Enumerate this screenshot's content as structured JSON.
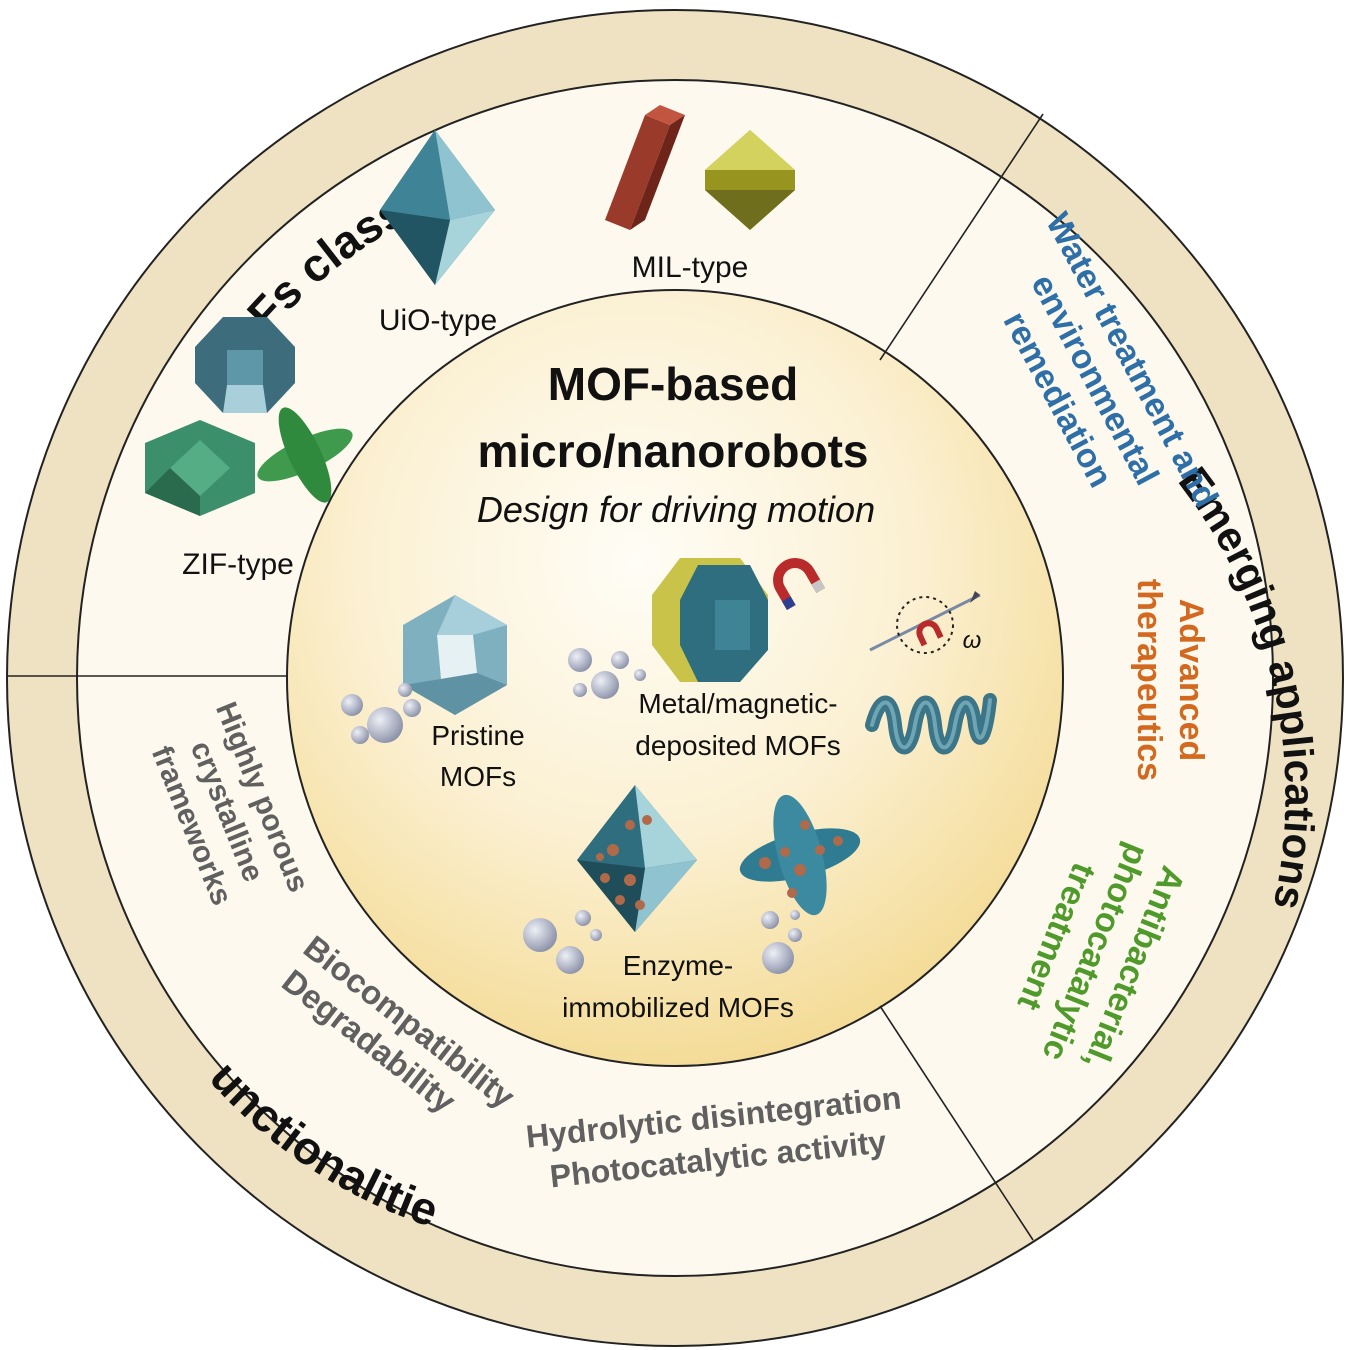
{
  "center": {
    "title_line1": "MOF-based",
    "title_line2": "micro/nanorobots",
    "subtitle": "Design for driving motion"
  },
  "sections": {
    "mofs_class": "MOFs class",
    "emerging_applications": "Emerging applications",
    "functionalities": "Functionalities"
  },
  "mof_types": {
    "uio": "UiO-type",
    "mil": "MIL-type",
    "zif": "ZIF-type"
  },
  "designs": {
    "pristine_l1": "Pristine",
    "pristine_l2": "MOFs",
    "metal_l1": "Metal/magnetic-",
    "metal_l2": "deposited MOFs",
    "enzyme_l1": "Enzyme-",
    "enzyme_l2": "immobilized MOFs",
    "omega": "ω"
  },
  "applications": {
    "water_l1": "Water treatment and",
    "water_l2": "environmental",
    "water_l3": "remediation",
    "therapeutics_l1": "Advanced",
    "therapeutics_l2": "therapeutics",
    "antibacterial_l1": "Antibacterial,",
    "antibacterial_l2": "photocatalytic",
    "antibacterial_l3": "treatment"
  },
  "functionalities": {
    "porous_l1": "Highly porous",
    "porous_l2": "crystalline",
    "porous_l3": "frameworks",
    "bio_l1": "Biocompatibility",
    "bio_l2": "Degradability",
    "hydro_l1": "Hydrolytic disintegration",
    "hydro_l2": "Photocatalytic activity"
  },
  "colors": {
    "outer_ring": "#efe2c2",
    "middle_ring": "#fdf9ef",
    "center_glow": "#f7e3a6",
    "water_text": "#2f6fa8",
    "therapeutics_text": "#d2691e",
    "antibacterial_text": "#4f9a2a",
    "functional_text": "#606060",
    "mof_teal": "#2f6e7e",
    "mil_red": "#9a3a2a",
    "mil_yellow": "#b3b13a",
    "zif_green": "#3b8f6a",
    "particle_red": "#b06a4a"
  }
}
